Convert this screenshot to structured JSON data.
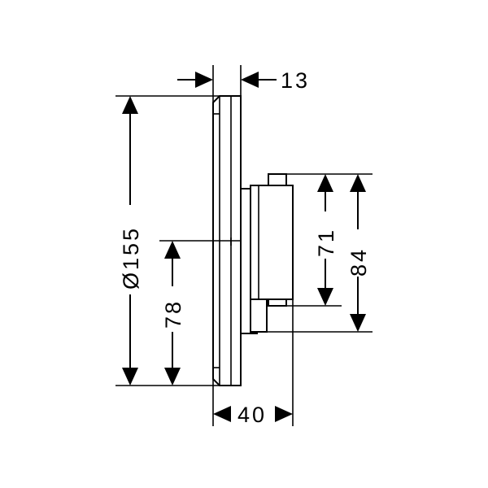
{
  "dimensions": {
    "depth_thin": "13",
    "diameter": "Ø155",
    "center_height": "78",
    "body_depth": "40",
    "inner_height": "71",
    "outer_height": "84"
  }
}
